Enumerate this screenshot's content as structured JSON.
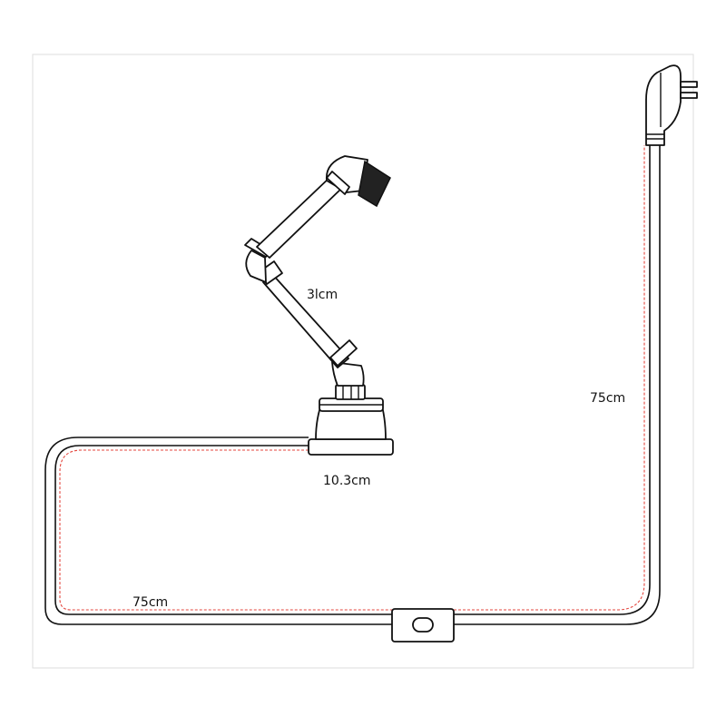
{
  "dimensions": {
    "arm_length": "3lcm",
    "base_diameter": "10.3cm",
    "cord_to_plug": "75cm",
    "cord_to_base": "75cm"
  },
  "colors": {
    "outline": "#111111",
    "dashed_cord_marker": "#e4473f",
    "frame": "#dddddd",
    "socket_cap": "#222222"
  }
}
